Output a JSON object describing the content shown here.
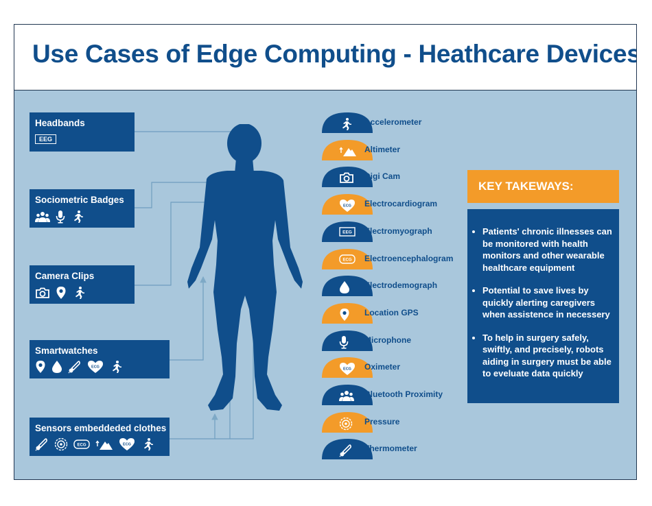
{
  "title": "Use Cases of Edge Computing - Heathcare Devices",
  "colors": {
    "navy": "#104e8b",
    "orange": "#f39b29",
    "background": "#a9c7dc",
    "white": "#ffffff"
  },
  "cards": [
    {
      "title": "Headbands",
      "badge": "EEG",
      "icons": []
    },
    {
      "title": "Sociometric Badges",
      "icons": [
        "people-icon",
        "microphone-icon",
        "runner-icon"
      ]
    },
    {
      "title": "Camera Clips",
      "icons": [
        "camera-icon",
        "location-pin-icon",
        "runner-icon"
      ]
    },
    {
      "title": "Smartwatches",
      "icons": [
        "location-pin-icon",
        "drop-icon",
        "thermometer-icon",
        "ecg-heart-icon",
        "runner-icon"
      ]
    },
    {
      "title": "Sensors embeddeded clothes",
      "icons": [
        "thermometer-icon",
        "pressure-icon",
        "ecg-badge-icon",
        "altimeter-icon",
        "ecg-heart-icon",
        "runner-icon"
      ]
    }
  ],
  "icon_labels": {
    "ecg": "ECG"
  },
  "sensors": [
    {
      "label": "Accelerometer",
      "color": "navy",
      "icon": "runner-icon"
    },
    {
      "label": "Altimeter",
      "color": "orange",
      "icon": "altimeter-icon"
    },
    {
      "label": "Digi Cam",
      "color": "navy",
      "icon": "camera-icon"
    },
    {
      "label": "Electrocardiogram",
      "color": "orange",
      "icon": "ecg-heart-icon"
    },
    {
      "label": "Electromyograph",
      "color": "navy",
      "icon": "eeg-badge-icon"
    },
    {
      "label": "Electroencephalogram",
      "color": "orange",
      "icon": "ecg-badge-icon"
    },
    {
      "label": "Electrodemograph",
      "color": "navy",
      "icon": "drop-icon"
    },
    {
      "label": "Location GPS",
      "color": "orange",
      "icon": "location-pin-icon"
    },
    {
      "label": "Microphone",
      "color": "navy",
      "icon": "microphone-icon"
    },
    {
      "label": "Oximeter",
      "color": "orange",
      "icon": "ecg-heart-icon"
    },
    {
      "label": "Bluetooth Proximity",
      "color": "navy",
      "icon": "people-icon"
    },
    {
      "label": "Pressure",
      "color": "orange",
      "icon": "pressure-icon"
    },
    {
      "label": "Thermometer",
      "color": "navy",
      "icon": "thermometer-icon"
    }
  ],
  "sensor_badges": {
    "eeg": "EEG",
    "ecg": "ECG"
  },
  "takeaways": {
    "heading": "KEY TAKEWAYS:",
    "items": [
      "Patients' chronic illnesses can be monitored with health monitors and other wearable healthcare equipment",
      "Potential to save lives by quickly alerting caregivers when assistence in necessery",
      "To help in surgery safely, swiftly, and precisely, robots aiding in surgery must be able to eveluate data quickly"
    ]
  }
}
